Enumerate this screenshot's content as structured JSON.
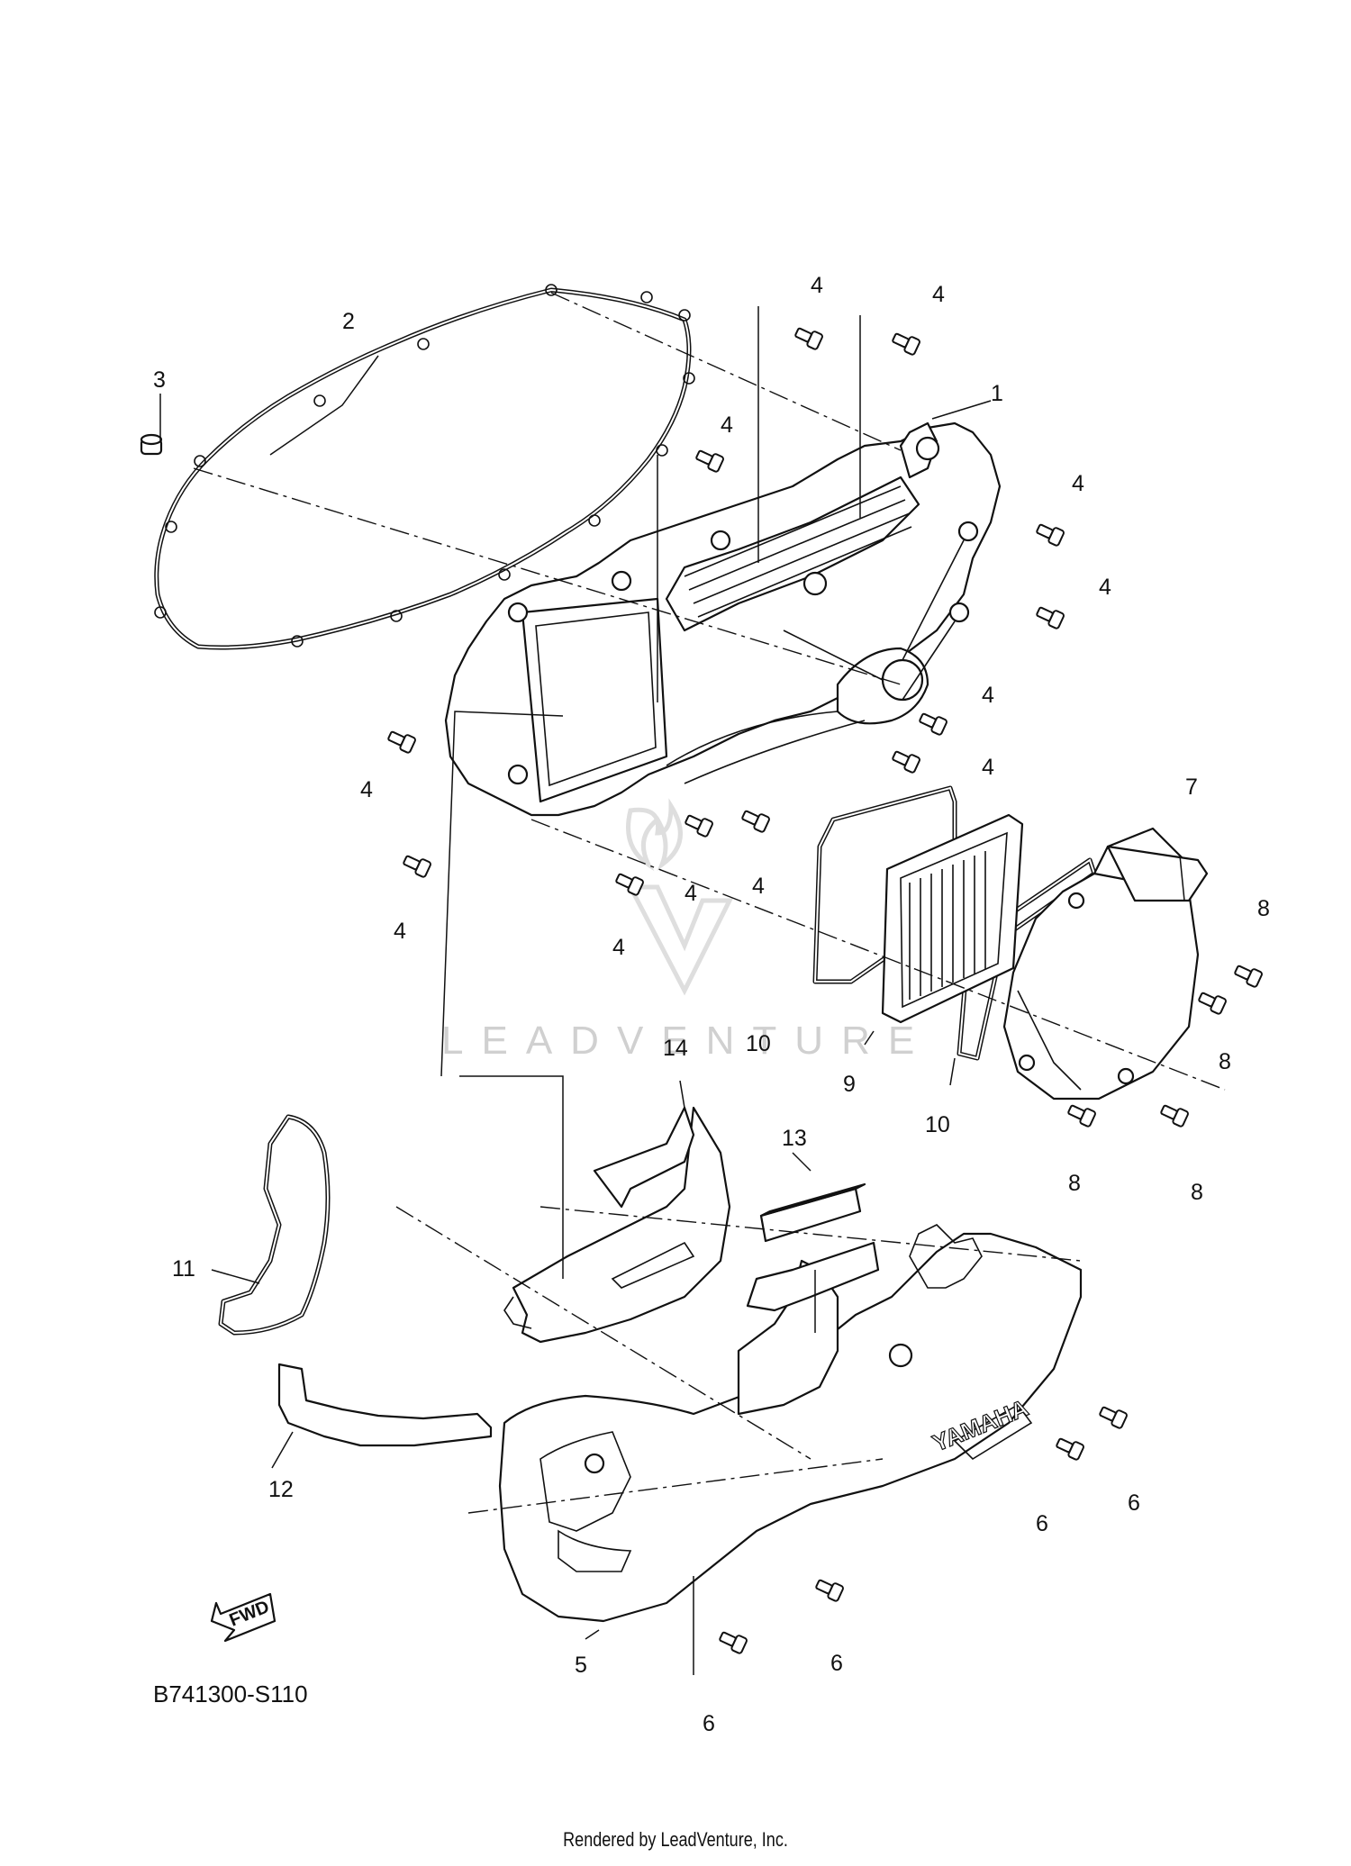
{
  "diagram_code": "B741300-S110",
  "footer": "Rendered by LeadVenture, Inc.",
  "watermark": "LEADVENTURE",
  "fwd_label": "FWD",
  "brand_mark": "YAMAHA",
  "callouts": {
    "c1": "1",
    "c2": "2",
    "c3": "3",
    "c4a": "4",
    "c4b": "4",
    "c4c": "4",
    "c4d": "4",
    "c4e": "4",
    "c4f": "4",
    "c4g": "4",
    "c4h": "4",
    "c4i": "4",
    "c4j": "4",
    "c4k": "4",
    "c4l": "4",
    "c5": "5",
    "c6a": "6",
    "c6b": "6",
    "c6c": "6",
    "c6d": "6",
    "c7": "7",
    "c8a": "8",
    "c8b": "8",
    "c8c": "8",
    "c8d": "8",
    "c9": "9",
    "c10a": "10",
    "c10b": "10",
    "c11": "11",
    "c12": "12",
    "c13": "13",
    "c14": "14"
  }
}
